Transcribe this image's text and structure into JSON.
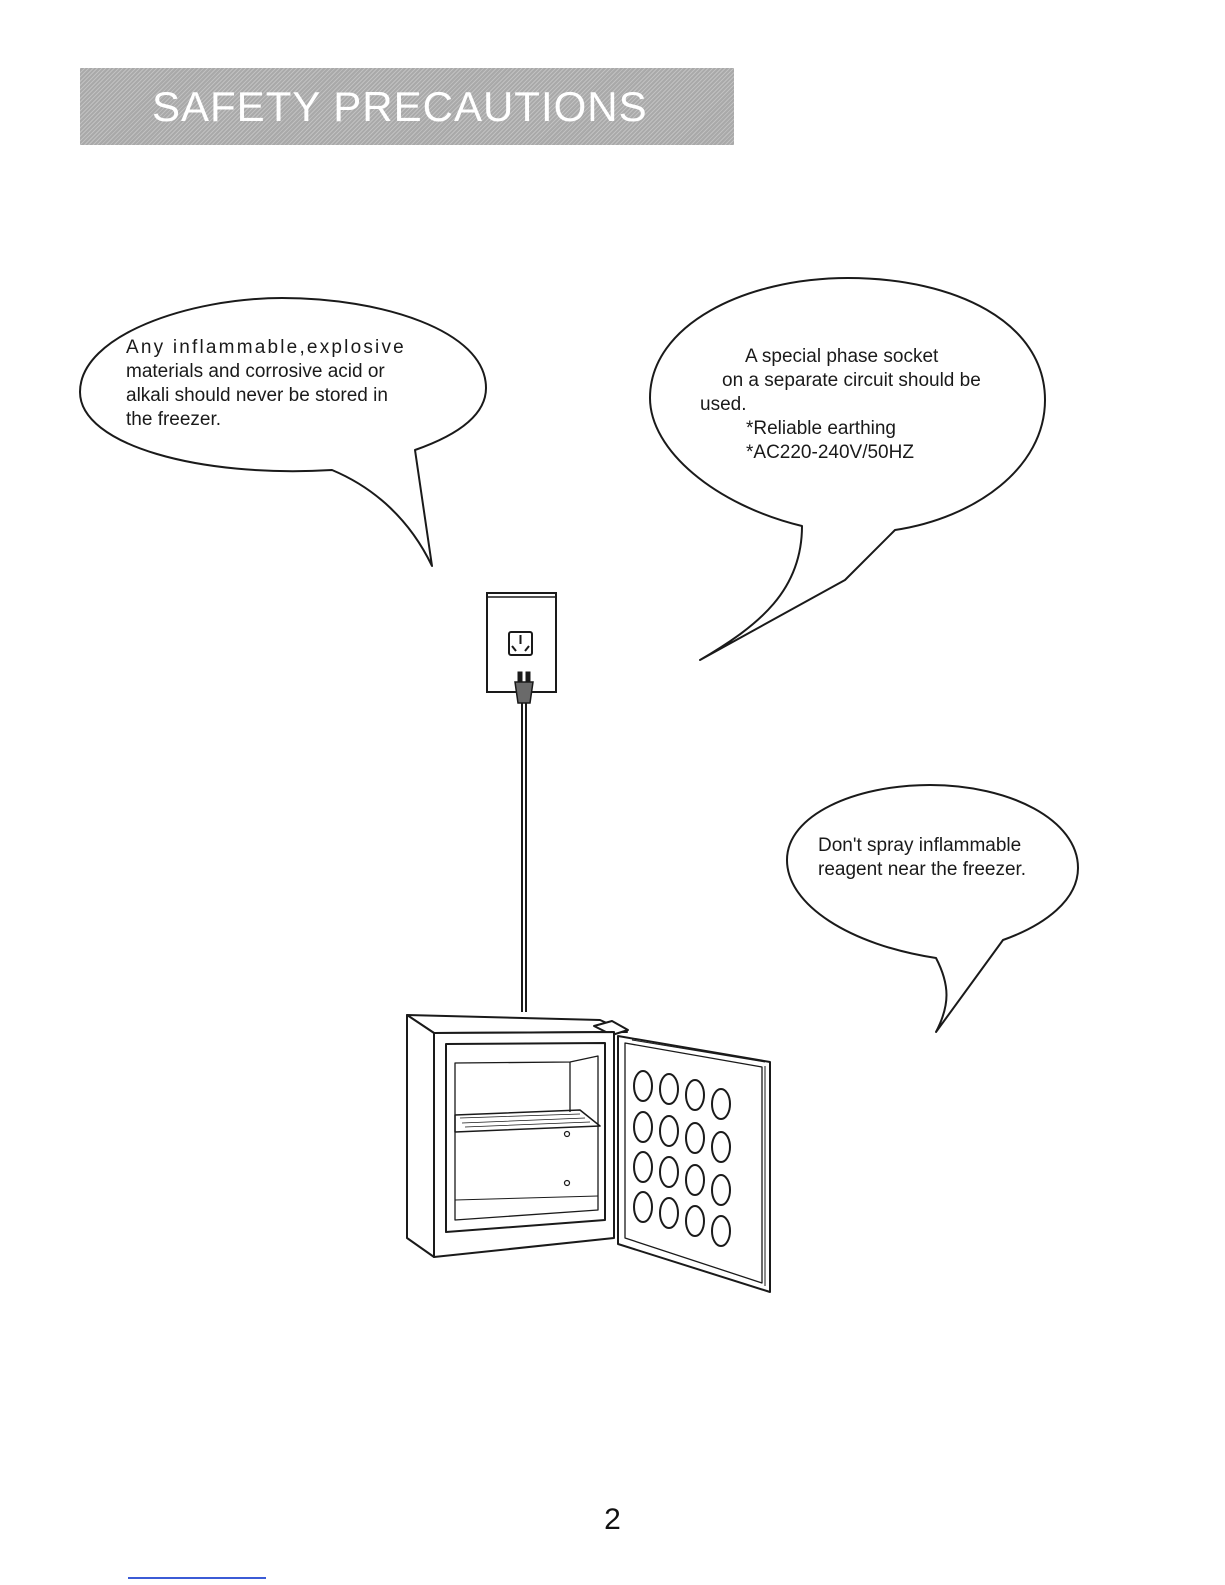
{
  "header": {
    "title": "SAFETY PRECAUTIONS"
  },
  "bubbles": {
    "left": {
      "lines": [
        "Any inflammable,explosive",
        "materials and corrosive acid or",
        "alkali should never be stored in",
        "the freezer."
      ]
    },
    "right": {
      "lines": [
        "A special  phase socket",
        "on a separate circuit should be",
        "used.",
        "*Reliable earthing",
        "*AC220-240V/50HZ"
      ]
    },
    "lower": {
      "lines": [
        "Don't spray inflammable",
        "reagent near the freezer."
      ]
    }
  },
  "footer": {
    "page_number": "2"
  },
  "colors": {
    "banner": "#a9a9a9",
    "banner_text": "#ffffff",
    "ink": "#1a1a1a",
    "footer_rule": "#3b5bd6"
  }
}
